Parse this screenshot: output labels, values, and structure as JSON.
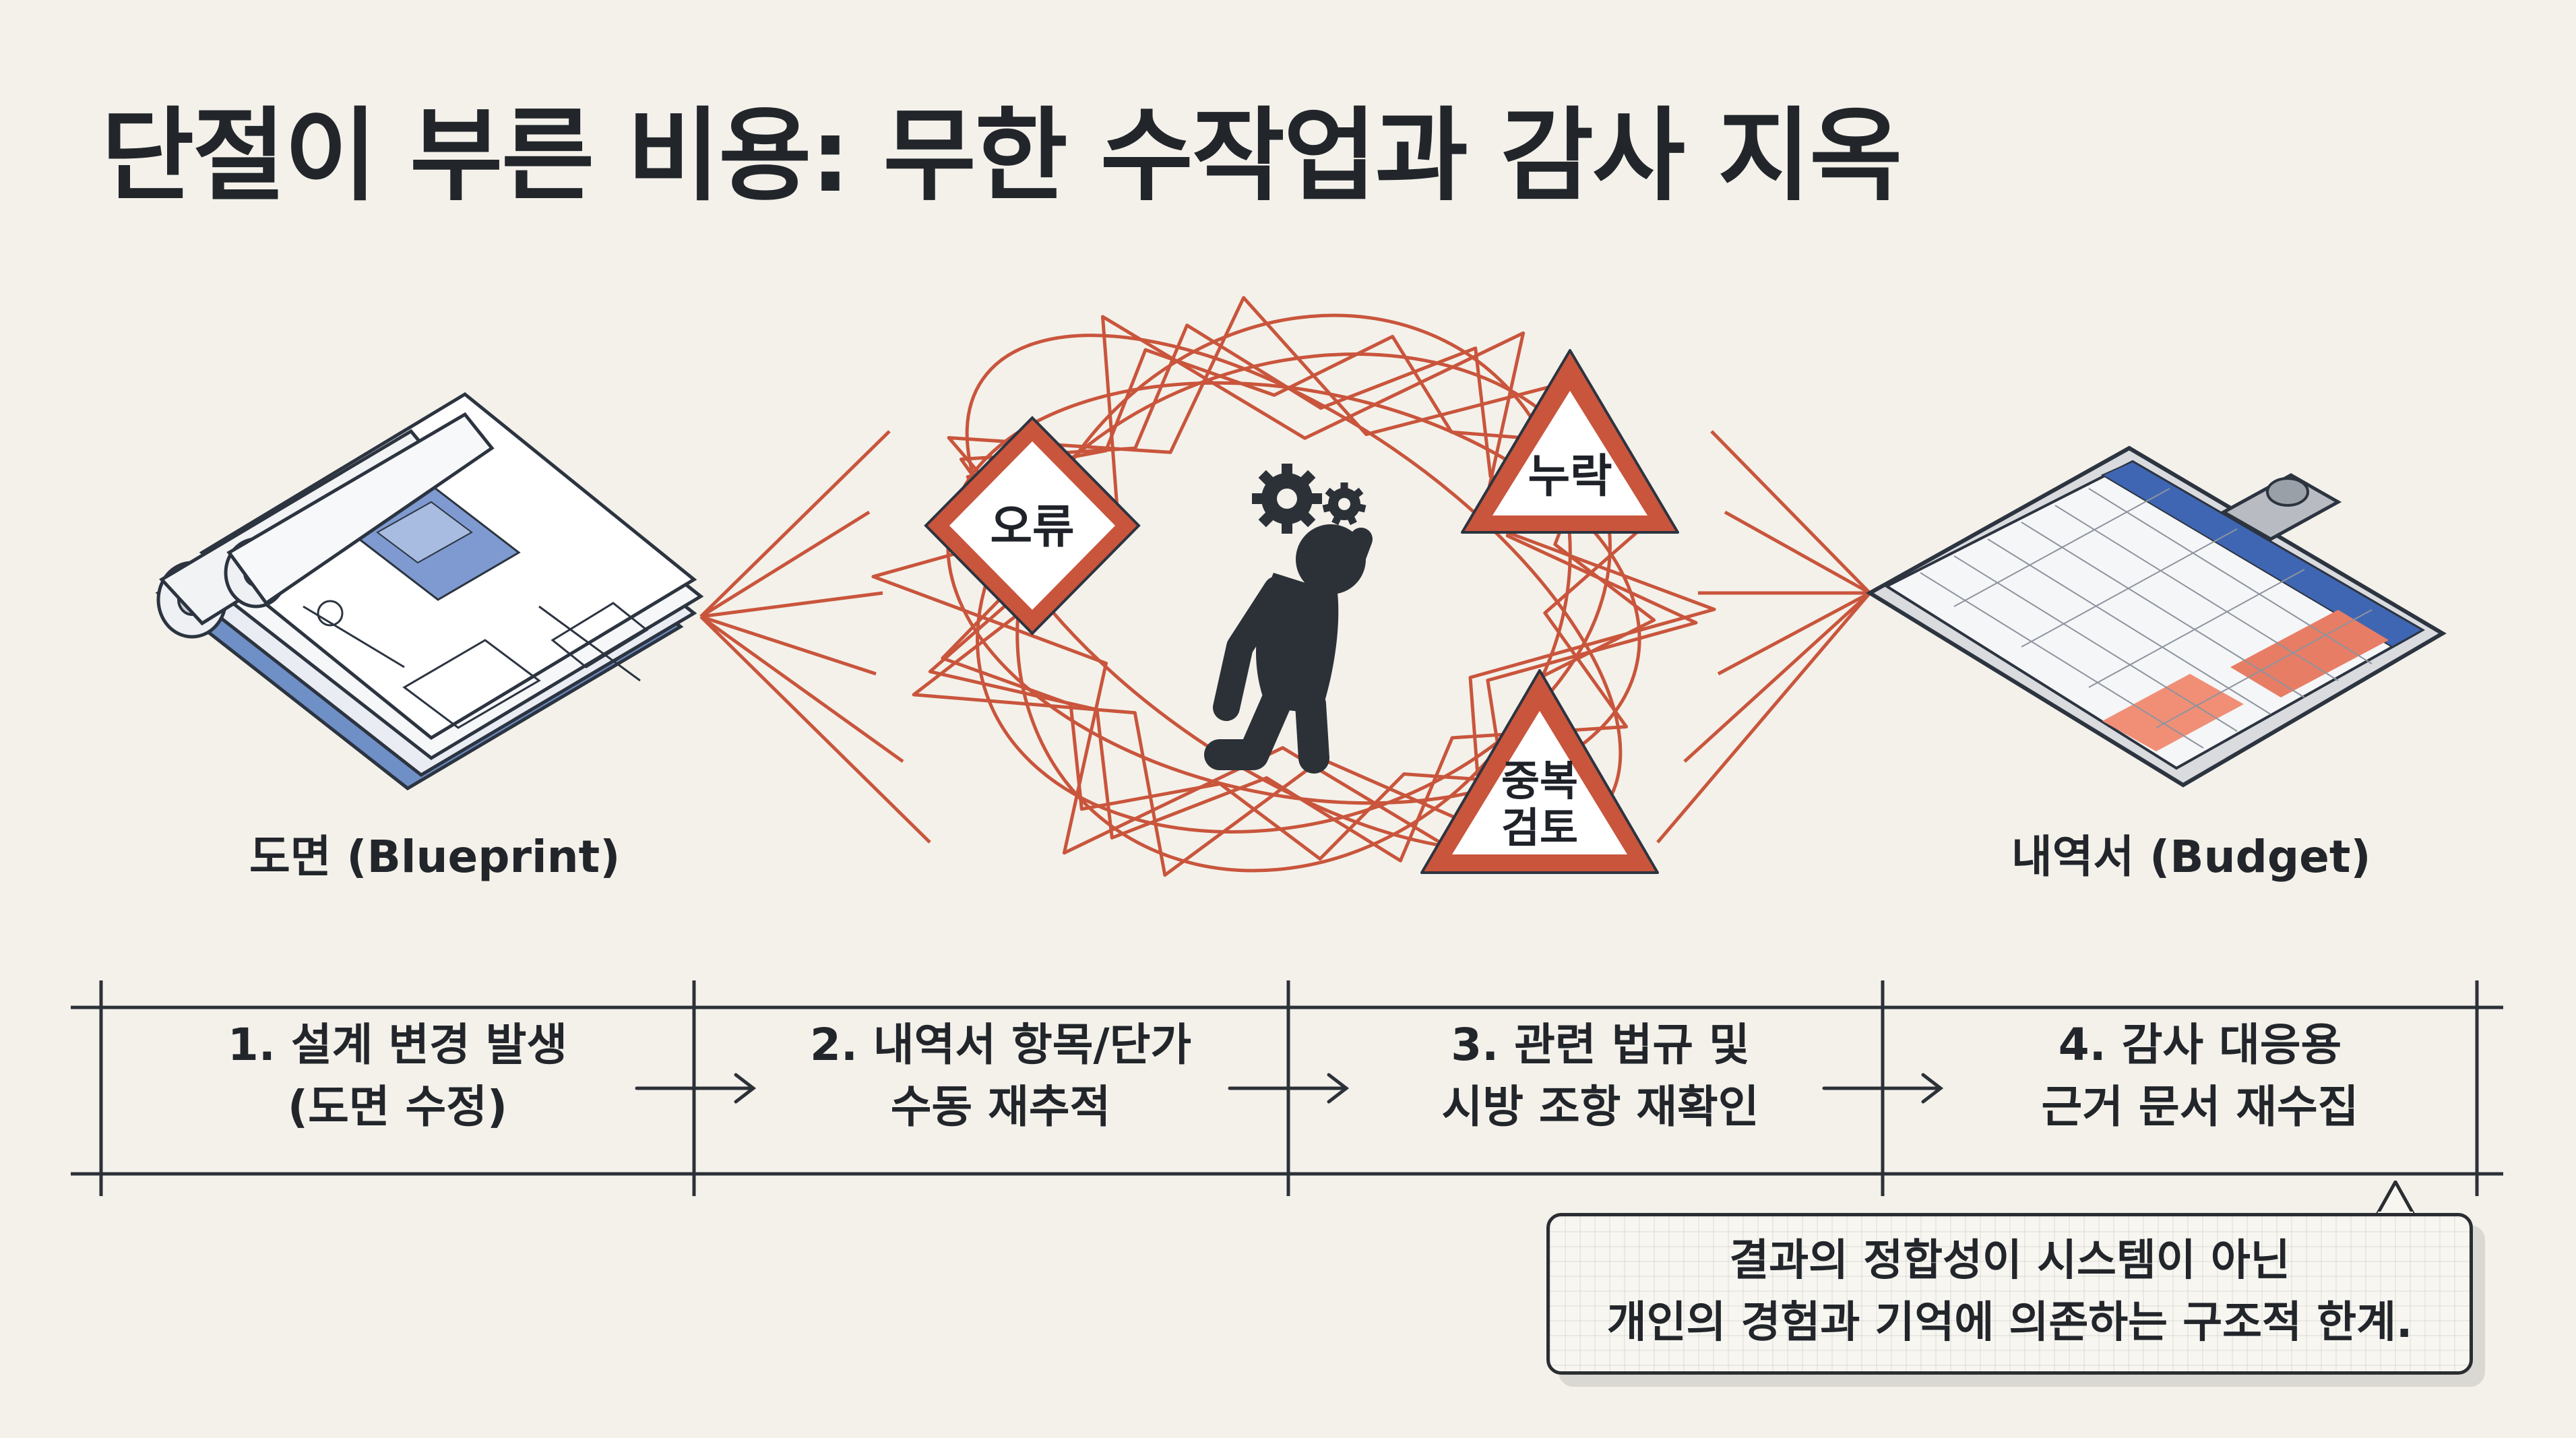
{
  "title": "단절이 부른 비용: 무한 수작업과 감사 지옥",
  "left_item": {
    "label": "도면 (Blueprint)"
  },
  "right_item": {
    "label": "내역서 (Budget)"
  },
  "signs": {
    "error": "오류",
    "omission": "누락",
    "duplicate_line1": "중복",
    "duplicate_line2": "검토"
  },
  "steps": [
    {
      "line1": "1. 설계 변경 발생",
      "line2": "(도면 수정)"
    },
    {
      "line1": "2. 내역서 항목/단가",
      "line2": "수동 재추적"
    },
    {
      "line1": "3. 관련 법규 및",
      "line2": "시방 조항 재확인"
    },
    {
      "line1": "4. 감사 대응용",
      "line2": "근거 문서 재수집"
    }
  ],
  "callout": {
    "line1": "결과의 정합성이 시스템이 아닌",
    "line2": "개인의 경험과 기억에 의존하는 구조적 한계."
  },
  "colors": {
    "accent": "#c9553c",
    "ink": "#22262b",
    "background": "#f3f1ea",
    "blueprint_blue": "#4a6fb0"
  },
  "icons": [
    "blueprint-roll-icon",
    "clipboard-icon",
    "gears-icon",
    "stressed-person-icon",
    "warning-diamond-icon",
    "warning-triangle-icon",
    "arrow-right-icon"
  ]
}
